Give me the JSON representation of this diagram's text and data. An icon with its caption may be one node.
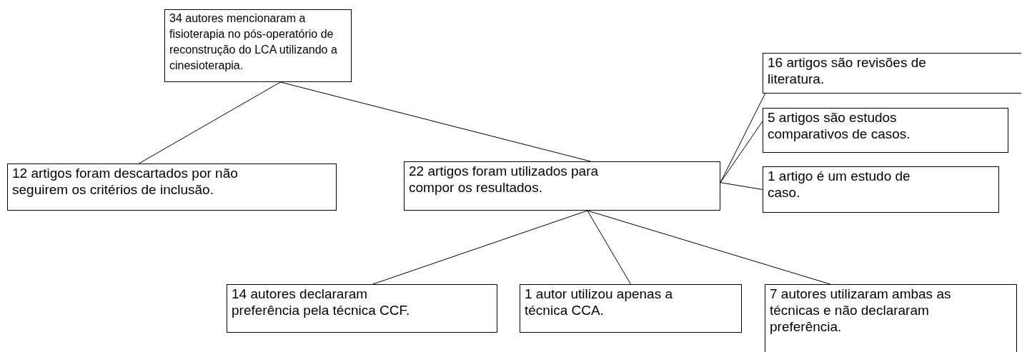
{
  "diagram": {
    "nodes": [
      {
        "text": [
          "34 autores mencionaram a fisioterapia no pós-operatório de reconstrução do LCA utilizando a cinesioterapia."
        ]
      },
      {
        "text": [
          "12 artigos foram descartados por não seguirem os critérios de inclusão."
        ]
      },
      {
        "text": [
          "22 artigos foram utilizados para compor os resultados."
        ]
      },
      {
        "text": [
          "16 artigos são revisões de literatura."
        ]
      },
      {
        "text": [
          "5 artigos são estudos comparativos de casos."
        ]
      },
      {
        "text": [
          "1 artigo é um estudo de caso."
        ]
      },
      {
        "text": [
          "14 autores declararam preferência pela técnica CCF."
        ]
      },
      {
        "text": [
          "1 autor utilizou apenas a técnica CCA."
        ]
      },
      {
        "text": [
          "7 autores utilizaram ambas as técnicas e não declararam preferência."
        ]
      }
    ],
    "edges": [
      {
        "from": 0,
        "to": 1,
        "arrow": "none"
      },
      {
        "from": 0,
        "to": 2,
        "arrow": "none"
      },
      {
        "from": 2,
        "to": 3,
        "arrow": "none"
      },
      {
        "from": 2,
        "to": 4,
        "arrow": "none"
      },
      {
        "from": 2,
        "to": 5,
        "arrow": "none"
      },
      {
        "from": 2,
        "to": 6,
        "arrow": "none"
      },
      {
        "from": 2,
        "to": 7,
        "arrow": "none"
      },
      {
        "from": 2,
        "to": 8,
        "arrow": "none"
      }
    ]
  }
}
